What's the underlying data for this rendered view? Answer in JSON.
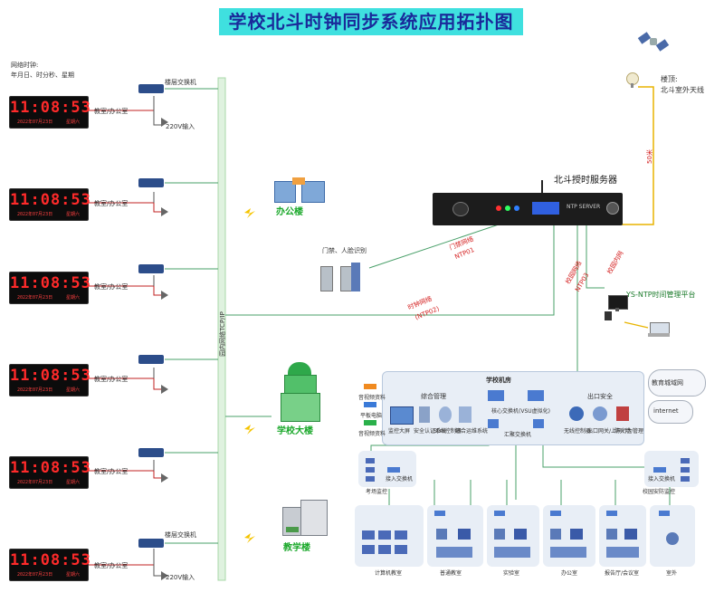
{
  "title": "学校北斗时钟同步系统应用拓扑图",
  "legend": {
    "line1": "网络时钟:",
    "line2": "年月日、时分秒、星期"
  },
  "clock": {
    "time": "11:08:53",
    "date": "2022年07月23日",
    "week": "星期六"
  },
  "floor_switch_label": "楼层交换机",
  "room_label": "教室/办公室",
  "power_label": "220V输入",
  "backbone_label": "园内网络TCP/IP",
  "buildings": {
    "office": "办公楼",
    "main": "学校大楼",
    "teaching": "教学楼"
  },
  "roof": {
    "line1": "楼顶:",
    "line2": "北斗室外天线"
  },
  "distance": "50米",
  "server": {
    "title": "北斗授时服务器",
    "panel": "NTP SERVER"
  },
  "gate": "门禁、人脸识别",
  "links": {
    "gate_link1": "门禁网络",
    "gate_link2": "NTP01",
    "clock_link1": "时钟网络",
    "clock_link2": "(NTP02)",
    "campus1": "校园网络",
    "campus2": "NTP03",
    "campus_inner": "校园内网"
  },
  "platform": "YS-NTP时间管理平台",
  "campus": {
    "room_title": "学校机房",
    "mgmt": "综合管理",
    "monitor": "监控大屏",
    "auth": "安全认证系统",
    "sdn": "SDN控制器",
    "collect": "综合运维系统",
    "core": "核心交换机(VSU虚拟化)",
    "converge": "汇聚交换机",
    "exit": "出口安全",
    "wireless": "无线控制器",
    "gateway": "出口网关/上网行为管理",
    "firewall": "防火墙",
    "edu_net": "教育城域网",
    "internet": "internet",
    "exam": "考场监控",
    "campus_mon": "校园安防监控",
    "poe": "接入交换机",
    "srcs": [
      "音视频资料",
      "平板电脑",
      "音视频资料"
    ]
  },
  "rooms": [
    "计算机教室",
    "普通教室",
    "实验室",
    "办公室",
    "报告厅/会议室",
    "室外"
  ],
  "colors": {
    "title_bg": "#3fe0df",
    "clock_red": "#ff2a2a",
    "link_red": "#d42020",
    "building_green": "#1aa82a"
  }
}
